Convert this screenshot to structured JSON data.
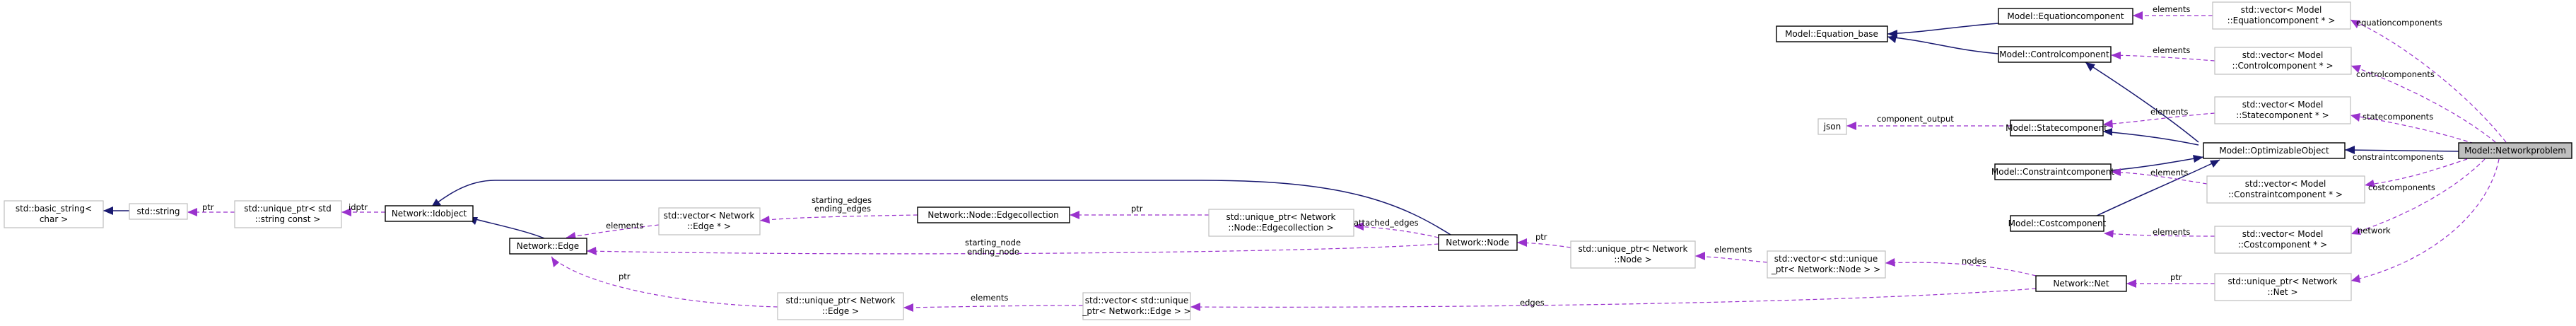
{
  "nodes": {
    "networkproblem": [
      "Model::Networkproblem"
    ],
    "optimizableobject": [
      "Model::OptimizableObject"
    ],
    "equationcomponent": [
      "Model::Equationcomponent"
    ],
    "equation_base": [
      "Model::Equation_base"
    ],
    "controlcomponent": [
      "Model::Controlcomponent"
    ],
    "statecomponent": [
      "Model::Statecomponent"
    ],
    "constraintcomponent": [
      "Model::Constraintcomponent"
    ],
    "costcomponent": [
      "Model::Costcomponent"
    ],
    "json": [
      "json"
    ],
    "vec_equation": [
      "std::vector< Model",
      "::Equationcomponent * >"
    ],
    "vec_control": [
      "std::vector< Model",
      "::Controlcomponent * >"
    ],
    "vec_state": [
      "std::vector< Model",
      "::Statecomponent * >"
    ],
    "vec_constraint": [
      "std::vector< Model",
      "::Constraintcomponent * >"
    ],
    "vec_cost": [
      "std::vector< Model",
      "::Costcomponent * >"
    ],
    "uptr_net": [
      "std::unique_ptr< Network",
      "::Net >"
    ],
    "net": [
      "Network::Net"
    ],
    "vec_uptr_node": [
      "std::vector< std::unique",
      "_ptr< Network::Node > >"
    ],
    "uptr_node": [
      "std::unique_ptr< Network",
      "::Node >"
    ],
    "node": [
      "Network::Node"
    ],
    "uptr_edgecollection": [
      "std::unique_ptr< Network",
      "::Node::Edgecollection >"
    ],
    "edgecollection": [
      "Network::Node::Edgecollection"
    ],
    "vec_edge_ptr": [
      "std::vector< Network",
      "::Edge * >"
    ],
    "edge": [
      "Network::Edge"
    ],
    "idobject": [
      "Network::Idobject"
    ],
    "uptr_string": [
      "std::unique_ptr< std",
      "::string const >"
    ],
    "string": [
      "std::string"
    ],
    "basic_string": [
      "std::basic_string<",
      "char >"
    ],
    "vec_uptr_edge": [
      "std::vector< std::unique",
      "_ptr< Network::Edge > >"
    ],
    "uptr_edge": [
      "std::unique_ptr< Network",
      "::Edge >"
    ]
  },
  "edge_labels": {
    "equationcomponents": [
      "equationcomponents"
    ],
    "controlcomponents": [
      "controlcomponents"
    ],
    "statecomponents": [
      "statecomponents"
    ],
    "constraintcomponents": [
      "constraintcomponents"
    ],
    "costcomponents": [
      "costcomponents"
    ],
    "network": [
      "network"
    ],
    "elements_equation": [
      "elements"
    ],
    "elements_control": [
      "elements"
    ],
    "elements_state": [
      "elements"
    ],
    "elements_constraint": [
      "elements"
    ],
    "elements_cost": [
      "elements"
    ],
    "component_output": [
      "component_output"
    ],
    "ptr_net": [
      "ptr"
    ],
    "nodes": [
      "nodes"
    ],
    "edges": [
      "edges"
    ],
    "elements_nodevec": [
      "elements"
    ],
    "ptr_node": [
      "ptr"
    ],
    "attached_edges": [
      "attached_edges"
    ],
    "ptr_edgecollection": [
      "ptr"
    ],
    "starting_ending_edges": [
      "starting_edges",
      "ending_edges"
    ],
    "elements_edgeptr": [
      "elements"
    ],
    "starting_ending_node": [
      "starting_node",
      "ending_node"
    ],
    "idptr": [
      "idptr"
    ],
    "ptr_string": [
      "ptr"
    ],
    "elements_edgevec": [
      "elements"
    ],
    "ptr_edge": [
      "ptr"
    ]
  }
}
